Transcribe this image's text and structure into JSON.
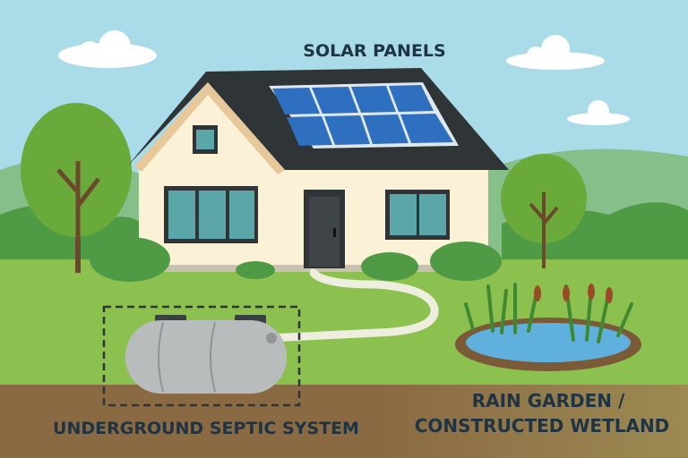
{
  "labels": {
    "solar": "SOLAR PANELS",
    "septic": "UNDERGROUND SEPTIC SYSTEM",
    "wetland_line1": "RAIN GARDEN /",
    "wetland_line2": "CONSTRUCTED WETLAND"
  },
  "colors": {
    "sky": "#a9dbe8",
    "grass": "#8cc04f",
    "soil": "#8a6a43",
    "roof": "#2f3437",
    "wall": "#fbf1d6",
    "panel": "#2f6fc0",
    "water": "#5fb0dc",
    "text": "#1e3444"
  }
}
